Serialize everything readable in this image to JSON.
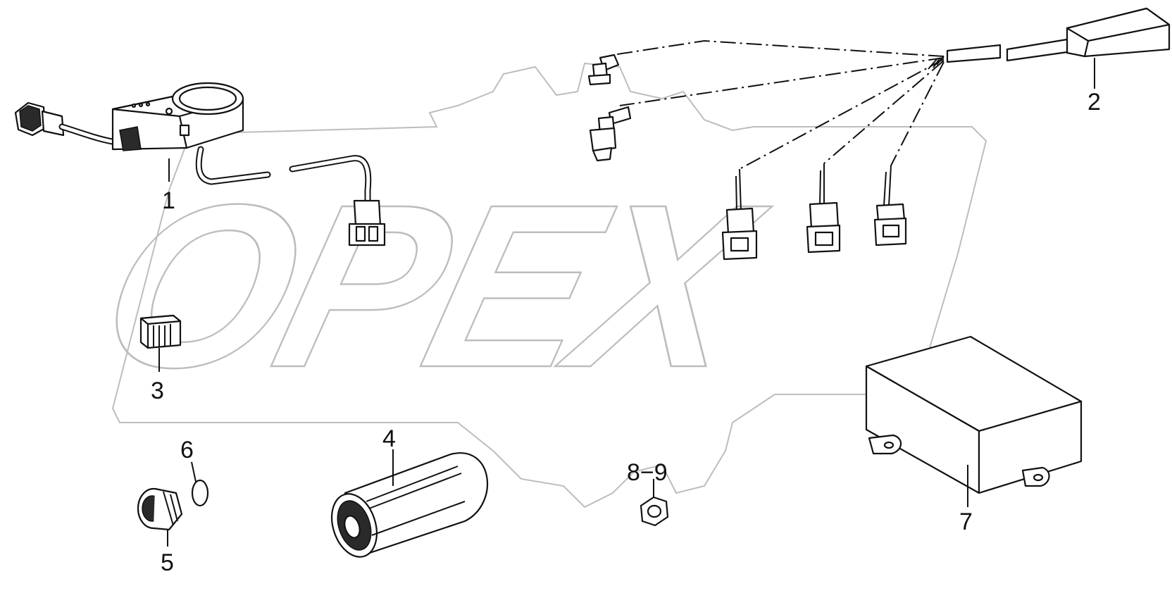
{
  "watermark": {
    "text": "OPEX",
    "color": "#bdbdbd"
  },
  "callouts": {
    "p1": "1",
    "p2": "2",
    "p3": "3",
    "p4": "4",
    "p5": "5",
    "p6": "6",
    "p7": "7",
    "p8_9": "8−9"
  },
  "colors": {
    "line": "#111111",
    "background": "#ffffff"
  }
}
